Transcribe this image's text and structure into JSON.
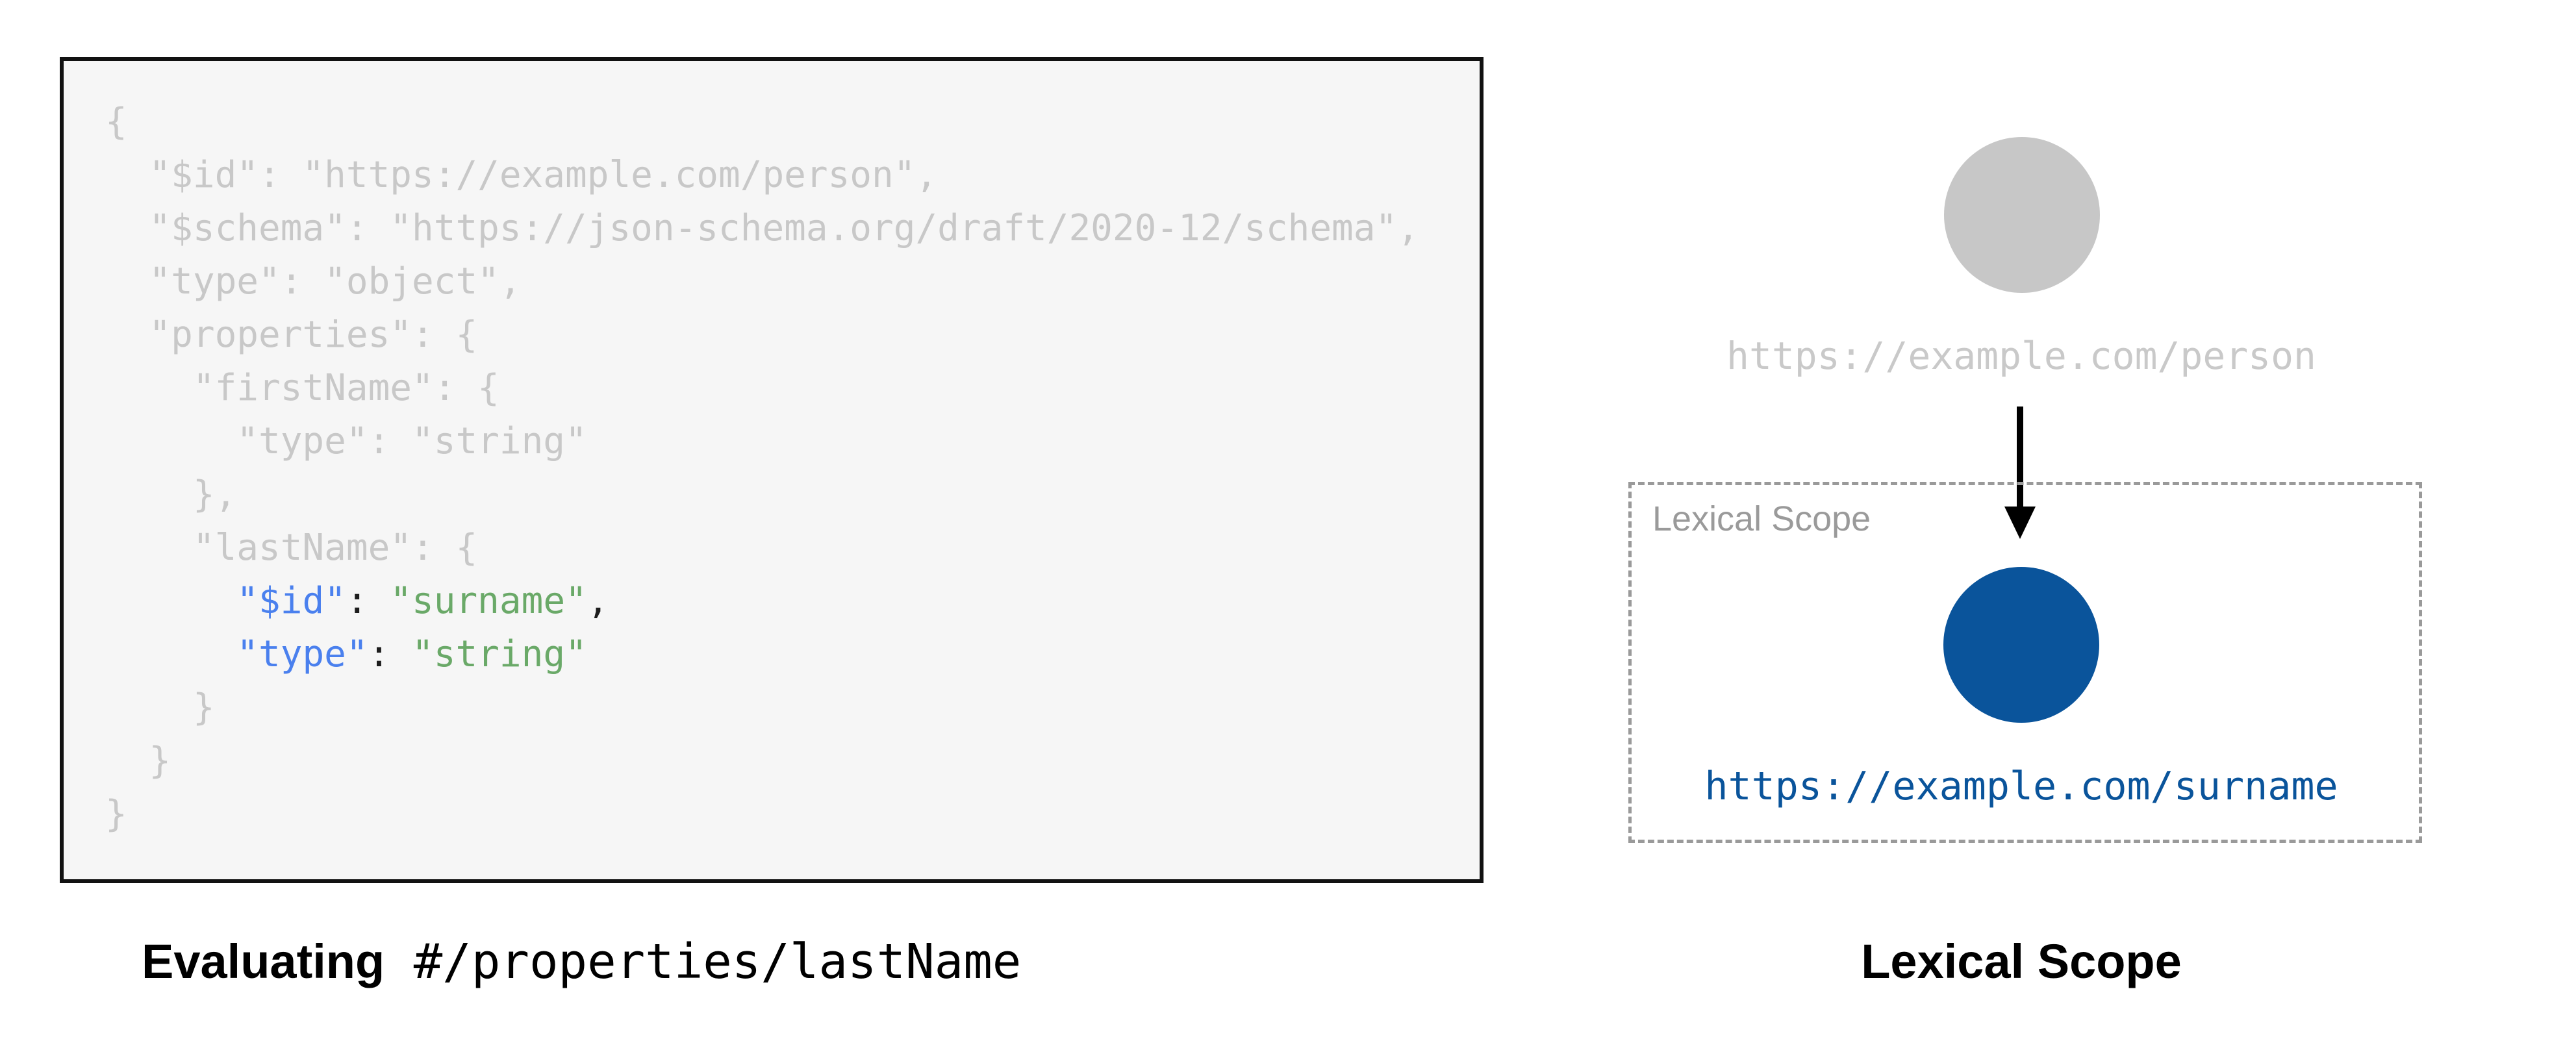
{
  "colors": {
    "dim": "#c8c8c8",
    "blue": "#4a80ee",
    "green": "#6aa968",
    "black": "#1d1d1d",
    "node_gray": "#c7c7c7",
    "node_blue": "#0a549b",
    "scope_gray": "#9a9a9a",
    "panel_bg": "#f6f6f6",
    "panel_border": "#111111"
  },
  "left_figure": {
    "code_lines": [
      {
        "segments": [
          {
            "t": "{",
            "c": "dim"
          }
        ]
      },
      {
        "segments": [
          {
            "t": "  \"$id\": \"https://example.com/person\",",
            "c": "dim"
          }
        ]
      },
      {
        "segments": [
          {
            "t": "  \"$schema\": \"https://json-schema.org/draft/2020-12/schema\",",
            "c": "dim"
          }
        ]
      },
      {
        "segments": [
          {
            "t": "  \"type\": \"object\",",
            "c": "dim"
          }
        ]
      },
      {
        "segments": [
          {
            "t": "  \"properties\": {",
            "c": "dim"
          }
        ]
      },
      {
        "segments": [
          {
            "t": "    \"firstName\": {",
            "c": "dim"
          }
        ]
      },
      {
        "segments": [
          {
            "t": "      \"type\": \"string\"",
            "c": "dim"
          }
        ]
      },
      {
        "segments": [
          {
            "t": "    },",
            "c": "dim"
          }
        ]
      },
      {
        "segments": [
          {
            "t": "    \"lastName\": {",
            "c": "dim"
          }
        ]
      },
      {
        "segments": [
          {
            "t": "      ",
            "c": "dim"
          },
          {
            "t": "\"$id\"",
            "c": "blue"
          },
          {
            "t": ": ",
            "c": "black"
          },
          {
            "t": "\"surname\"",
            "c": "green"
          },
          {
            "t": ",",
            "c": "black"
          }
        ]
      },
      {
        "segments": [
          {
            "t": "      ",
            "c": "dim"
          },
          {
            "t": "\"type\"",
            "c": "blue"
          },
          {
            "t": ": ",
            "c": "black"
          },
          {
            "t": "\"string\"",
            "c": "green"
          }
        ]
      },
      {
        "segments": [
          {
            "t": "    }",
            "c": "dim"
          }
        ]
      },
      {
        "segments": [
          {
            "t": "  }",
            "c": "dim"
          }
        ]
      },
      {
        "segments": [
          {
            "t": "}",
            "c": "dim"
          }
        ]
      }
    ],
    "caption_bold": "Evaluating",
    "caption_mono": " #/properties/lastName"
  },
  "right_figure": {
    "parent_uri": "https://example.com/person",
    "scope_label": "Lexical Scope",
    "child_uri": "https://example.com/surname",
    "caption": "Lexical Scope"
  }
}
